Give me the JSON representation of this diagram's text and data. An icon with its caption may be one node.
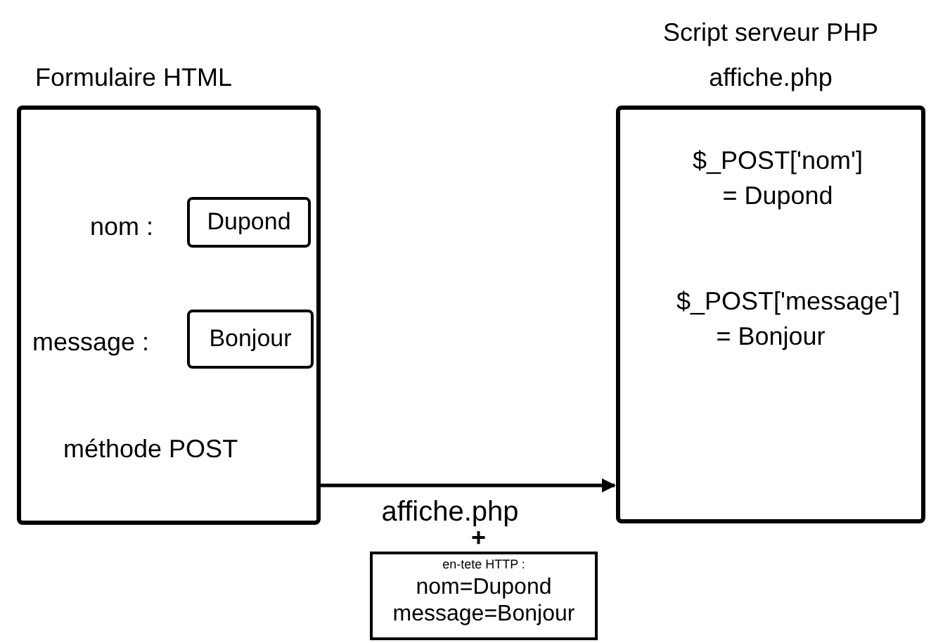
{
  "diagram": {
    "nodes": [
      {
        "text": [
          "Formulaire HTML",
          "nom :",
          "message :",
          "méthode POST"
        ]
      },
      {
        "text": [
          "Dupond"
        ],
        "in": 0
      },
      {
        "text": [
          "Bonjour"
        ],
        "in": 0
      },
      {
        "text": [
          "Script serveur PHP",
          "affiche.php",
          "$_POST['nom'] = Dupond",
          "$_POST['message'] = Bonjour"
        ]
      },
      {
        "text": [
          "en-tete HTTP :",
          "nom=Dupond",
          "message=Bonjour"
        ]
      }
    ],
    "edges": [
      {
        "from": 0,
        "to": 3,
        "arrow": "to",
        "label": "affiche.php"
      }
    ],
    "labels": [
      "+"
    ]
  }
}
